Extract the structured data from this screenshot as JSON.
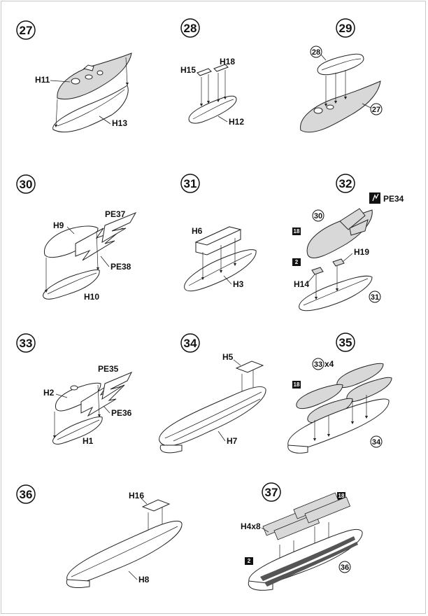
{
  "steps": [
    {
      "number": "27",
      "labels": [
        "H11",
        "H13"
      ]
    },
    {
      "number": "28",
      "labels": [
        "H15",
        "H18",
        "H12"
      ]
    },
    {
      "number": "29",
      "labels": [
        "28",
        "27"
      ]
    },
    {
      "number": "30",
      "labels": [
        "H9",
        "PE37",
        "PE38",
        "H10"
      ]
    },
    {
      "number": "31",
      "labels": [
        "H6",
        "H3"
      ]
    },
    {
      "number": "32",
      "labels": [
        "PE34",
        "30",
        "18",
        "H19",
        "2",
        "H14",
        "31"
      ]
    },
    {
      "number": "33",
      "labels": [
        "PE35",
        "H2",
        "PE36",
        "H1"
      ]
    },
    {
      "number": "34",
      "labels": [
        "H5",
        "H7"
      ]
    },
    {
      "number": "35",
      "labels": [
        "33",
        "x4",
        "18",
        "34"
      ]
    },
    {
      "number": "36",
      "labels": [
        "H16",
        "H8"
      ]
    },
    {
      "number": "37",
      "labels": [
        "18",
        "H4x8",
        "2",
        "36"
      ]
    }
  ]
}
